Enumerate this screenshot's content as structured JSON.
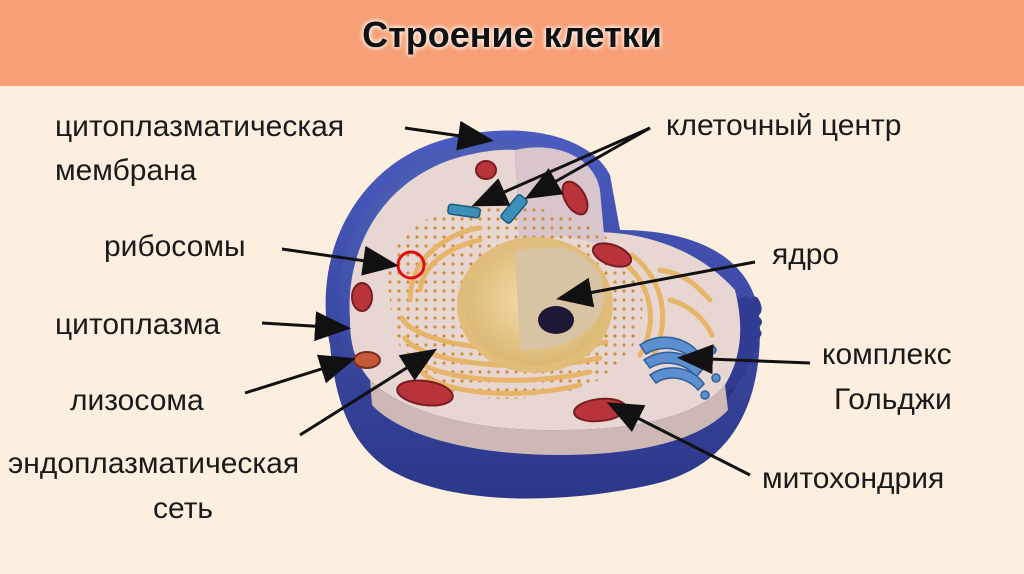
{
  "title": "Строение клетки",
  "labels": {
    "membrane_line1": "цитоплазматическая",
    "membrane_line2": "мембрана",
    "ribosomes": "рибосомы",
    "cytoplasm": "цитоплазма",
    "lysosome": "лизосома",
    "er_line1": "эндоплазматическая",
    "er_line2": "сеть",
    "cell_center": "клеточный центр",
    "nucleus": "ядро",
    "golgi_line1": "комплекс",
    "golgi_line2": "Гольджи",
    "mitochondrion": "митохондрия"
  },
  "colors": {
    "header": "#f79f76",
    "background": "#fcefdf",
    "membrane": "#3d4fa8",
    "cytoplasm": "#e6d3cf",
    "mitochondria": "#b8343a",
    "golgi": "#4f86c6",
    "nucleus": "#e7c98f"
  }
}
